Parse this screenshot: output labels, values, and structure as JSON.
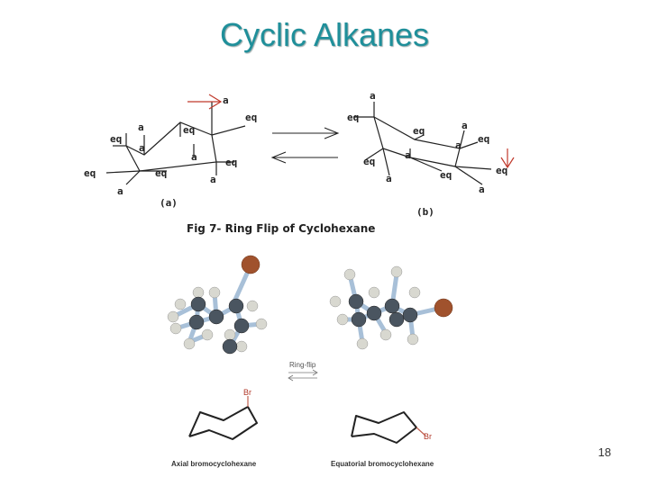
{
  "title": "Cyclic Alkanes",
  "labels": {
    "a": "a",
    "eq": "eq"
  },
  "sublabel_a": "(a)",
  "sublabel_b": "(b)",
  "fig_caption": "Fig 7- Ring Flip of Cyclohexane",
  "ring_flip_label": "Ring-flip",
  "axial_label": "Axial bromocyclohexane",
  "equatorial_label": "Equatorial bromocyclohexane",
  "br_label": "Br",
  "page_number": "18",
  "colors": {
    "title": "#1f8f9a",
    "arrow_red": "#c0392b",
    "bromine": "#a0522d",
    "carbon": "#4a5560",
    "hydrogen": "#d8d8d0",
    "bond": "#a8c0d8"
  }
}
